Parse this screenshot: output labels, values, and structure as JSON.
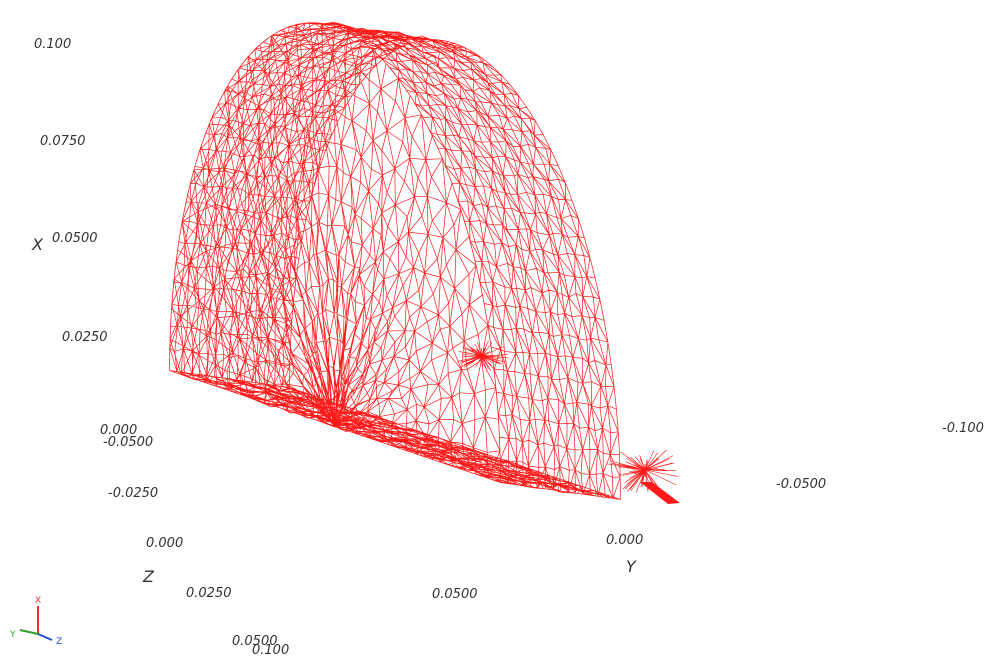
{
  "colors": {
    "mesh": "#ff1a1a",
    "background": "#ffffff",
    "label": "#333333",
    "triad_x": "#e03030",
    "triad_y": "#2aa02a",
    "triad_z": "#2050d0"
  },
  "axes": {
    "x": {
      "name": "X",
      "ticks": [
        "0.100",
        "0.0750",
        "0.0500",
        "0.0250",
        "0.000"
      ]
    },
    "y": {
      "name": "Y",
      "ticks": [
        "-0.100",
        "-0.0500",
        "0.000",
        "0.0500",
        "0.100"
      ]
    },
    "z": {
      "name": "Z",
      "ticks": [
        "-0.0500",
        "-0.0250",
        "0.000",
        "0.0250",
        "0.0500"
      ]
    }
  },
  "orientation_triad": {
    "x": "X",
    "y": "Y",
    "z": "Z"
  }
}
